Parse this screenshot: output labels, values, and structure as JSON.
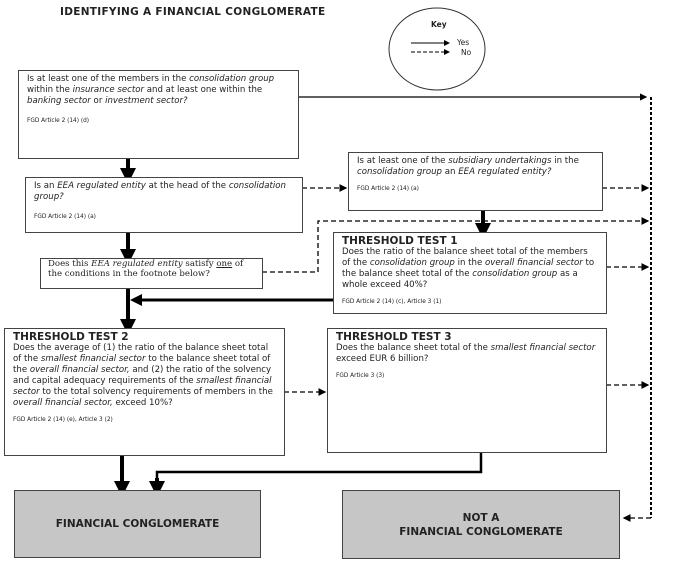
{
  "title": "IDENTIFYING A FINANCIAL CONGLOMERATE",
  "key": {
    "title": "Key",
    "yes": "Yes",
    "no": "No"
  },
  "box1": {
    "pre": "Is at least one of the members in the ",
    "i1": "consolidation group",
    "m1": " within the ",
    "i2": "insurance sector",
    "m2": " and at least one within the ",
    "i3": "banking sector",
    "m3": " or ",
    "i4": "investment sector?",
    "ref": "FGD Article 2 (14) (d)"
  },
  "box2": {
    "pre": "Is an ",
    "i1": "EEA regulated entity",
    "m1": " at the head of the ",
    "i2": "consolidation group?",
    "ref": "FGD Article 2 (14) (a)"
  },
  "box3": {
    "pre": "Does this ",
    "i1": "EEA regulated entity",
    "m1": " satisfy ",
    "u1": "one",
    "m2": " of the conditions in the footnote below?"
  },
  "box_sub": {
    "pre": "Is at least one of the ",
    "i1": "subsidiary undertakings",
    "m1": " in the ",
    "i2": "consolidation group",
    "m2": " an ",
    "i3": "EEA regulated entity?",
    "ref": "FGD Article 2 (14) (a)"
  },
  "tt1": {
    "heading": "THRESHOLD TEST 1",
    "pre": "Does the ratio of the balance sheet total of the members of the ",
    "i1": "consolidation group",
    "m1": " in the ",
    "i2": "overall financial sector",
    "m2": " to the balance sheet total of the ",
    "i3": "consolidation group",
    "m3": " as a whole exceed 40%?",
    "ref": "FGD Article 2 (14) (c), Article 3 (1)"
  },
  "tt2": {
    "heading": "THRESHOLD TEST  2",
    "pre": "Does the average of (1) the ratio of the balance sheet total of the ",
    "i1": "smallest financial sector",
    "m1": " to the balance sheet total of the ",
    "i2": "overall financial sector,",
    "m2": " and (2) the ratio of the solvency and capital adequacy requirements of the ",
    "i3": "smallest financial sector",
    "m3": " to the total solvency requirements of members in the ",
    "i4": "overall financial sector,",
    "m4": " exceed 10%?",
    "ref": "FGD Article 2 (14) (e), Article 3 (2)"
  },
  "tt3": {
    "heading": "THRESHOLD TEST 3",
    "pre": "Does the balance sheet total of the ",
    "i1": "smallest financial sector",
    "m1": " exceed EUR 6 billion?",
    "ref": "FGD Article 3 (3)"
  },
  "outcome_yes": "FINANCIAL CONGLOMERATE",
  "outcome_no": {
    "line1": "NOT A",
    "line2": "FINANCIAL CONGLOMERATE"
  },
  "colors": {
    "outcome_fill": "#c6c6c6",
    "line": "#000000"
  }
}
